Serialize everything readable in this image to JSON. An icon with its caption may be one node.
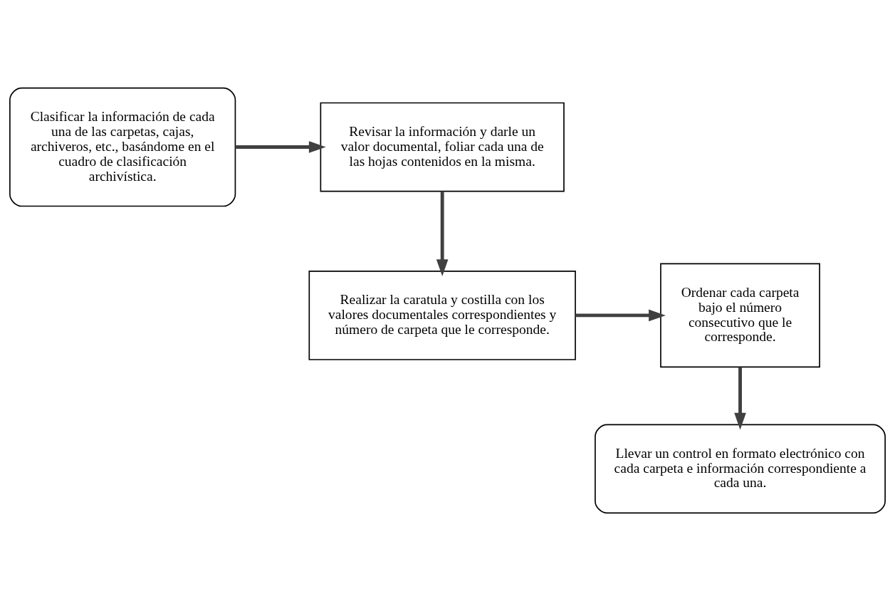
{
  "diagram": {
    "nodes": [
      {
        "text": [
          "Clasificar la información de cada una de las carpetas, cajas, archiveros, etc., basándome en el cuadro de clasificación archivística."
        ]
      },
      {
        "text": [
          "Revisar la información y darle un valor documental, foliar cada una de las hojas contenidos en la misma."
        ]
      },
      {
        "text": [
          "Realizar la caratula y costilla con los valores documentales correspondientes y número de carpeta que le corresponde."
        ]
      },
      {
        "text": [
          "Ordenar cada carpeta bajo el número consecutivo que le corresponde."
        ]
      },
      {
        "text": [
          "Llevar un control en formato electrónico con cada carpeta e información correspondiente a cada una."
        ]
      }
    ],
    "edges": [
      {
        "from": 0,
        "to": 1,
        "arrow": "to"
      },
      {
        "from": 1,
        "to": 2,
        "arrow": "to"
      },
      {
        "from": 2,
        "to": 3,
        "arrow": "to"
      },
      {
        "from": 3,
        "to": 4,
        "arrow": "to"
      }
    ]
  }
}
